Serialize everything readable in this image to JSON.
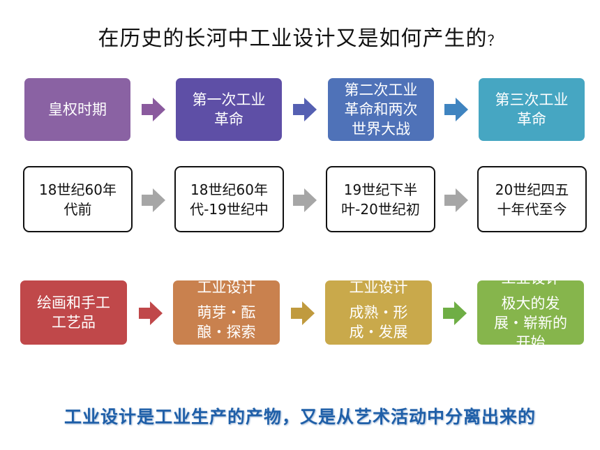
{
  "title": {
    "text": "在历史的长河中工业设计又是如何产生的",
    "suffix": "？"
  },
  "row1": [
    {
      "lines": [
        "皇权时期"
      ],
      "color": "#8a62a3"
    },
    {
      "lines": [
        "第一次工业",
        "革命"
      ],
      "color": "#5e4fa6"
    },
    {
      "lines": [
        "第二次工业",
        "革命和两次",
        "世界大战"
      ],
      "color": "#4f72b8"
    },
    {
      "lines": [
        "第三次工业",
        "革命"
      ],
      "color": "#46a6c2"
    }
  ],
  "row1_arrows": [
    "#8a5a9e",
    "#5560b2",
    "#3f84c0"
  ],
  "row2": [
    {
      "lines": [
        "18世纪60年",
        "代前"
      ]
    },
    {
      "lines": [
        "18世纪60年",
        "代-19世纪中"
      ]
    },
    {
      "lines": [
        "19世纪下半",
        "叶-20世纪初"
      ]
    },
    {
      "lines": [
        "20世纪四五",
        "十年代至今"
      ]
    }
  ],
  "row2_arrow_color": "#a6a6a6",
  "row3": [
    {
      "lines": [
        "绘画和手工",
        "工艺品"
      ],
      "color": "#c0484a"
    },
    {
      "heading": "工业设计",
      "lines": [
        "萌芽・酝",
        "酿・探索"
      ],
      "color": "#c9814e"
    },
    {
      "heading": "工业设计",
      "lines": [
        "成熟・形",
        "成・发展"
      ],
      "color": "#c9a94b"
    },
    {
      "heading": "工业设计",
      "lines": [
        "极大的发",
        "展・崭新的",
        "开始"
      ],
      "color": "#86b54c"
    }
  ],
  "row3_arrows": [
    "#c0484a",
    "#c09a3e",
    "#6fae45"
  ],
  "bottom_text": "工业设计是工业生产的产物，又是从艺术活动中分离出来的"
}
